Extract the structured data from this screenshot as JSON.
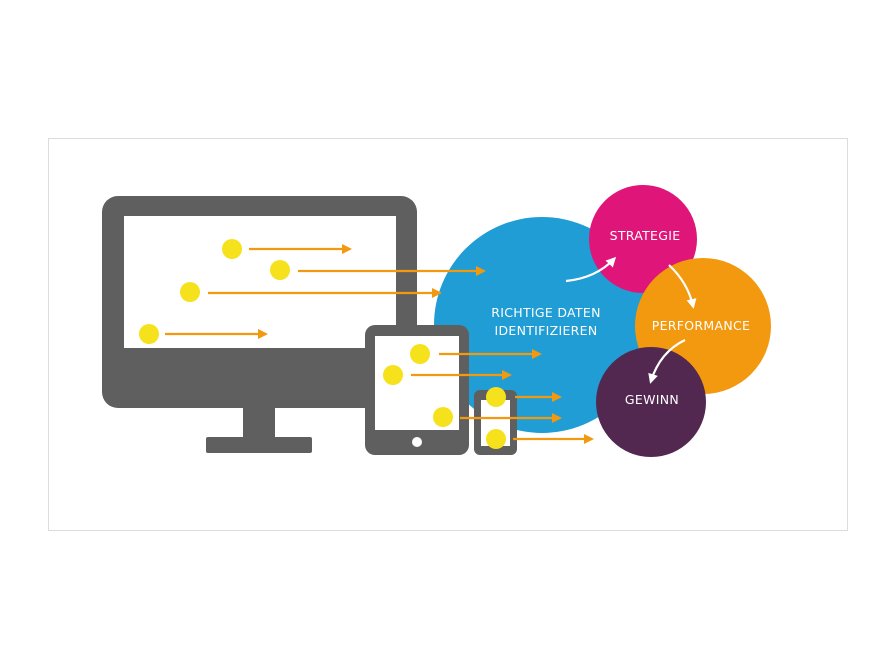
{
  "diagram": {
    "nodes": {
      "center": {
        "lines": [
          "RICHTIGE DATEN",
          "IDENTIFIZIEREN"
        ],
        "color": "#1f9dd4"
      },
      "strategie": {
        "label": "STRATEGIE",
        "color": "#e0157a"
      },
      "performance": {
        "label": "PERFORMANCE",
        "color": "#f2990f"
      },
      "gewinn": {
        "label": "GEWINN",
        "color": "#522851"
      }
    },
    "devices": {
      "monitor": {
        "color": "#5f5f5f"
      },
      "tablet": {
        "color": "#5f5f5f"
      },
      "phone": {
        "color": "#5f5f5f"
      }
    },
    "data_point_color": "#f5e21c",
    "arrow_color": "#f2990f"
  }
}
